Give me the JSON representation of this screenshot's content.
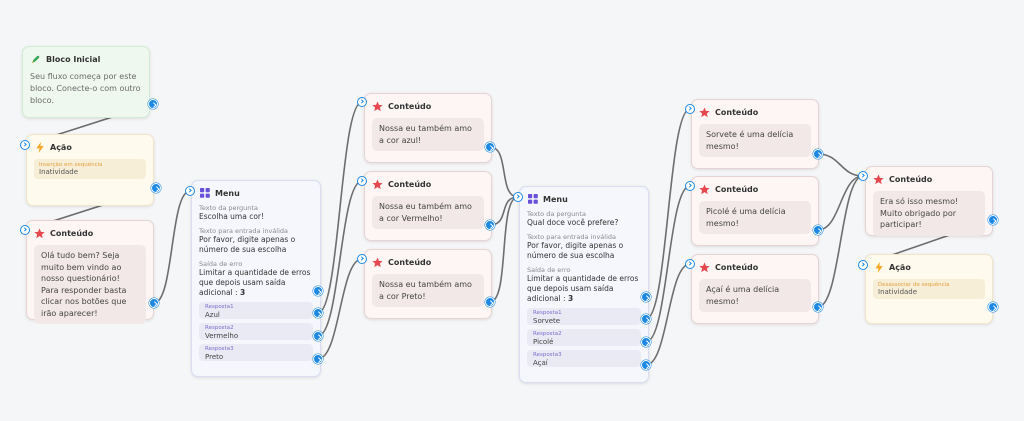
{
  "nodes": {
    "start": {
      "title": "Bloco Inicial",
      "text": "Seu fluxo começa por este bloco. Conecte-o com outro bloco."
    },
    "action1": {
      "title": "Ação",
      "label": "Inserção em sequência",
      "value": "Inatividade"
    },
    "content1": {
      "title": "Conteúdo",
      "text": "Olá tudo bem? Seja muito bem vindo ao nosso questionário! Para responder basta clicar nos botões que irão aparecer!"
    },
    "menu1": {
      "title": "Menu",
      "question_label": "Texto da pergunta",
      "question": "Escolha uma cor!",
      "invalid_label": "Texto para entrada inválida",
      "invalid": "Por favor, digite apenas o número de sua escolha",
      "error_label": "Saída de erro",
      "error": "Limitar a quantidade de erros que depois usam saída adicional :",
      "error_count": "3",
      "options": [
        {
          "label": "Resposta1",
          "value": "Azul"
        },
        {
          "label": "Resposta2",
          "value": "Vermelho"
        },
        {
          "label": "Resposta3",
          "value": "Preto"
        }
      ]
    },
    "content2": {
      "title": "Conteúdo",
      "text": "Nossa eu também amo a cor azul!"
    },
    "content3": {
      "title": "Conteúdo",
      "text": "Nossa eu também amo a cor Vermelho!"
    },
    "content4": {
      "title": "Conteúdo",
      "text": "Nossa eu também amo a cor Preto!"
    },
    "menu2": {
      "title": "Menu",
      "question_label": "Texto da pergunta",
      "question": "Qual doce você prefere?",
      "invalid_label": "Texto para entrada inválida",
      "invalid": "Por favor, digite apenas o número de sua escolha",
      "error_label": "Saída de erro",
      "error": "Limitar a quantidade de erros que depois usam saída adicional :",
      "error_count": "3",
      "options": [
        {
          "label": "Resposta1",
          "value": "Sorvete"
        },
        {
          "label": "Resposta2",
          "value": "Picolé"
        },
        {
          "label": "Resposta3",
          "value": "Açaí"
        }
      ]
    },
    "content5": {
      "title": "Conteúdo",
      "text": "Sorvete é uma delícia mesmo!"
    },
    "content6": {
      "title": "Conteúdo",
      "text": "Picolé é uma delícia mesmo!"
    },
    "content7": {
      "title": "Conteúdo",
      "text": "Açaí é uma delícia mesmo!"
    },
    "content8": {
      "title": "Conteúdo",
      "text": "Era só isso mesmo! Muito obrigado por participar!"
    },
    "action2": {
      "title": "Ação",
      "label": "Desassociar de sequência",
      "value": "Inatividade"
    }
  },
  "icons": {
    "start": "rocket-icon",
    "action": "lightning-icon",
    "content": "star-icon",
    "menu": "grid-icon",
    "out_port": "chevron-right-icon",
    "in_port": "chevron-right-icon"
  },
  "colors": {
    "background": "#f5f6f8",
    "port": "#1e88e5",
    "star": "#e5484d",
    "lightning": "#f5a623",
    "menu_icon": "#6a4fd8",
    "connector": "#6e6e6e"
  }
}
